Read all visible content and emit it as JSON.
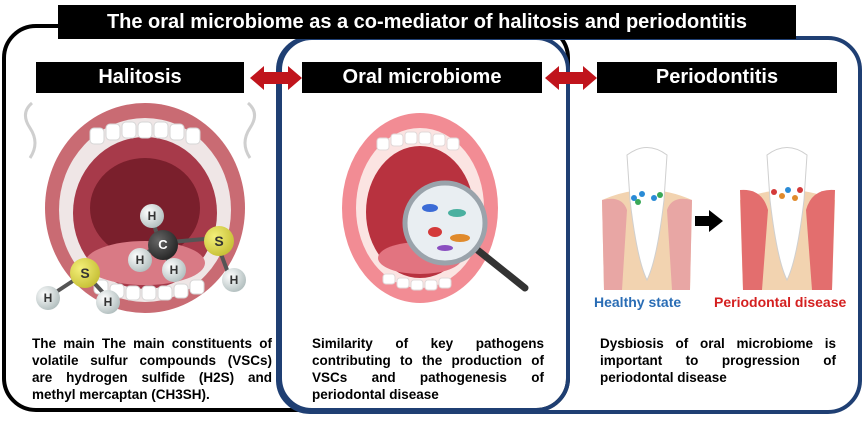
{
  "title": "The oral microbiome as a co-mediator of halitosis and periodontitis",
  "panels": {
    "halitosis": {
      "header": "Halitosis",
      "description": "The main The main constituents of volatile sulfur compounds (VSCs) are hydrogen sulfide (H2S) and methyl mercaptan (CH3SH).",
      "atoms": {
        "hydrogen": "H",
        "sulfur": "S",
        "carbon": "C"
      }
    },
    "microbiome": {
      "header": "Oral microbiome",
      "description": "Similarity of key pathogens contributing to the production of VSCs and pathogenesis of periodontal disease"
    },
    "periodontitis": {
      "header": "Periodontitis",
      "healthy_label": "Healthy state",
      "disease_label": "Periodontal disease",
      "description": "Dysbiosis of oral microbiome is important to progression of periodontal disease"
    }
  },
  "colors": {
    "arrow": "#c0141c",
    "frame_blue": "#1f3f73",
    "healthy": "#2a6db5",
    "disease": "#d42020"
  }
}
